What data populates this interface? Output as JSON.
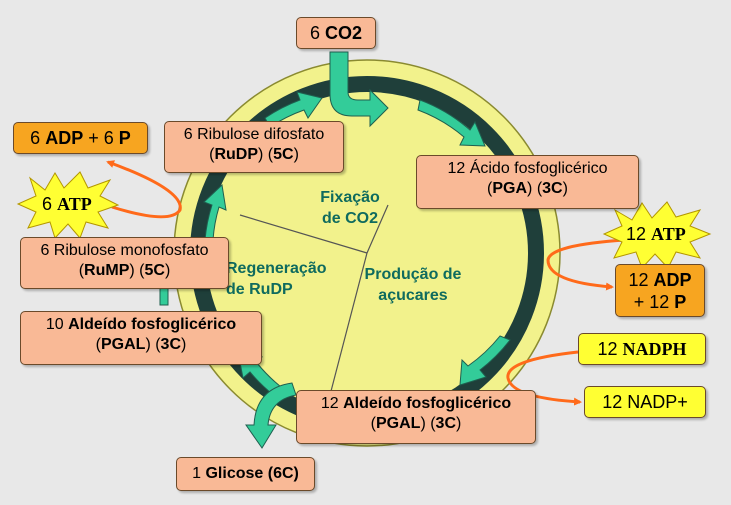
{
  "colors": {
    "background": "#e8e8e8",
    "circle_fill": "#f2f28c",
    "cycle_band": "#1f3f3a",
    "arrow_green": "#33cc99",
    "box_fill": "#f9b996",
    "box_orange": "#f7a520",
    "box_yellow": "#ffff33",
    "connector_orange": "#ff6a1a",
    "label_teal": "#0f6b5e"
  },
  "input": {
    "num": "6",
    "formula": "CO2"
  },
  "output_glucose": {
    "num": "1",
    "name": "Glicose",
    "formula": "(6C)"
  },
  "molecules": {
    "rudp": {
      "line1": "6 Ribulose difosfato",
      "abbr": "RuDP",
      "carbons": "5C"
    },
    "pga": {
      "num": "12",
      "name": "Ácido fosfoglicérico",
      "abbr": "PGA",
      "carbons": "3C"
    },
    "pgal_bottom": {
      "num": "12",
      "name": "Aldeído fosfoglicérico",
      "abbr": "PGAL",
      "carbons": "3C"
    },
    "pgal_left": {
      "num": "10",
      "name": "Aldeído fosfoglicérico",
      "abbr": "PGAL",
      "carbons": "3C"
    },
    "rump": {
      "line1": "6 Ribulose monofosfato",
      "abbr": "RuMP",
      "carbons": "5C"
    }
  },
  "energy": {
    "atp_left": {
      "num": "6",
      "name": "ATP"
    },
    "adp_left": {
      "num": "6",
      "adp": "ADP",
      "plus": "+",
      "pnum": "6",
      "p": "P"
    },
    "atp_right": {
      "num": "12",
      "name": "ATP"
    },
    "adp_right": {
      "num": "12",
      "adp": "ADP",
      "plus": "+",
      "pnum": "12",
      "p": "P"
    },
    "nadph": {
      "num": "12",
      "name": "NADPH"
    },
    "nadp": {
      "num": "12",
      "name": "NADP+"
    }
  },
  "phases": {
    "fixation": {
      "line1": "Fixação",
      "line2": "de CO2"
    },
    "sugar": {
      "line1": "Produção de",
      "line2": "açucares"
    },
    "regeneration": {
      "line1": "Regeneração",
      "line2": "de RuDP"
    }
  }
}
